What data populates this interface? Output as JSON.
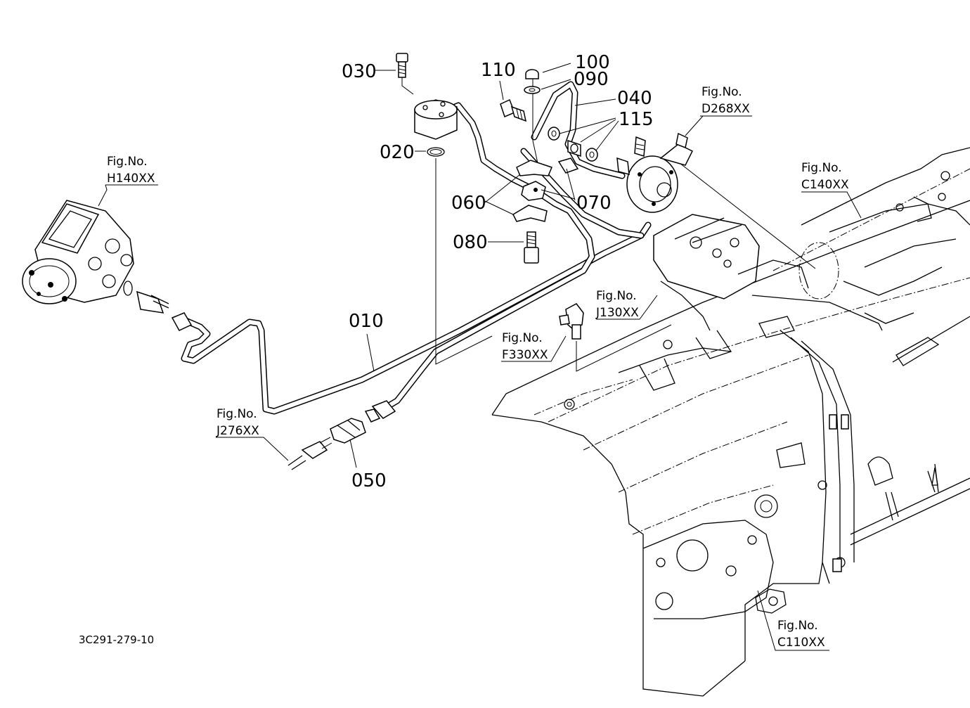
{
  "drawing_code": "3C291-279-10",
  "parts": {
    "p010": "010",
    "p020": "020",
    "p030": "030",
    "p040": "040",
    "p050": "050",
    "p060": "060",
    "p070": "070",
    "p080": "080",
    "p090": "090",
    "p100": "100",
    "p110": "110",
    "p115": "115"
  },
  "figure_refs": {
    "h140": {
      "prefix": "Fig.No.",
      "code": "H140XX"
    },
    "d268": {
      "prefix": "Fig.No.",
      "code": "D268XX"
    },
    "c140": {
      "prefix": "Fig.No.",
      "code": "C140XX"
    },
    "j130": {
      "prefix": "Fig.No.",
      "code": "J130XX"
    },
    "f330": {
      "prefix": "Fig.No.",
      "code": "F330XX"
    },
    "j276": {
      "prefix": "Fig.No.",
      "code": "J276XX"
    },
    "c110": {
      "prefix": "Fig.No.",
      "code": "C110XX"
    }
  }
}
